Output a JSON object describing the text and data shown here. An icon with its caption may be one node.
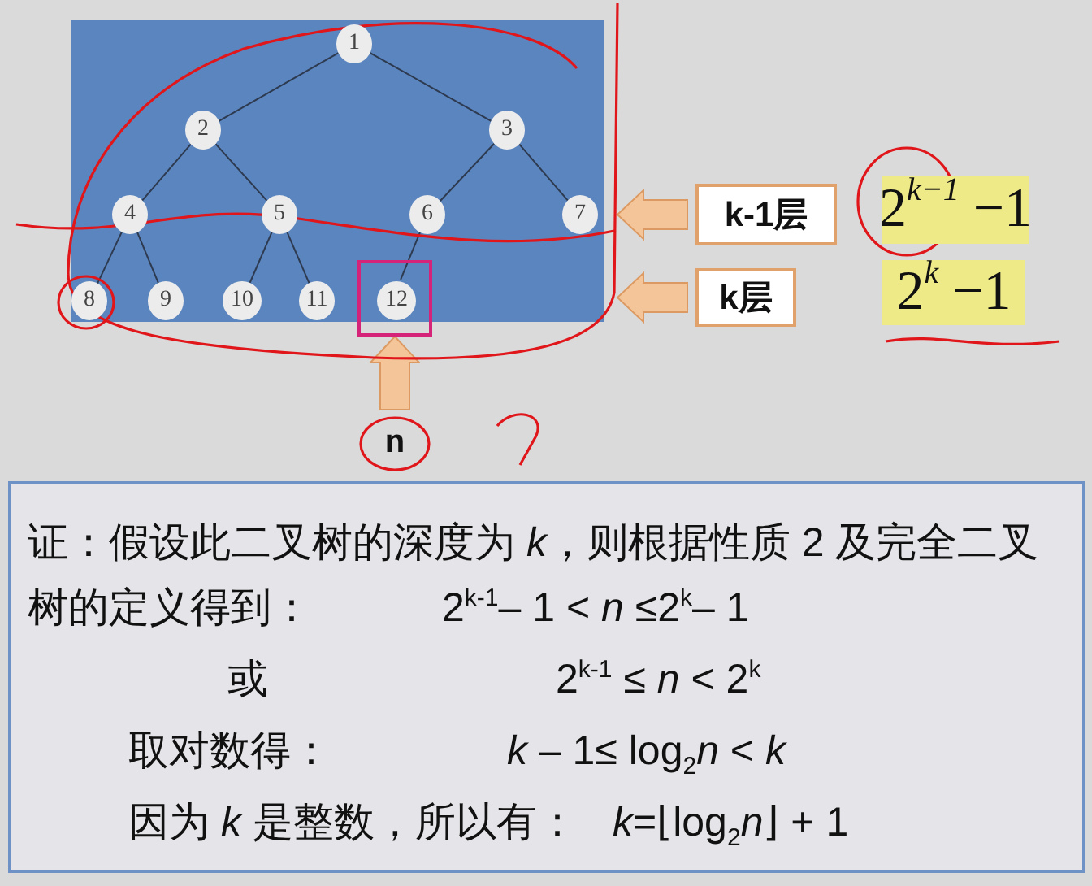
{
  "diagram": {
    "nodes": [
      {
        "text": [],
        "shape": "box"
      },
      {
        "text": [
          "1"
        ],
        "in": 0
      },
      {
        "text": [
          "2"
        ],
        "in": 0
      },
      {
        "text": [
          "3"
        ],
        "in": 0
      },
      {
        "text": [
          "4"
        ],
        "in": 0
      },
      {
        "text": [
          "5"
        ],
        "in": 0
      },
      {
        "text": [
          "6"
        ],
        "in": 0
      },
      {
        "text": [
          "7"
        ],
        "in": 0
      },
      {
        "text": [
          "8"
        ],
        "in": 0
      },
      {
        "text": [
          "9"
        ],
        "in": 0
      },
      {
        "text": [
          "10"
        ],
        "in": 0
      },
      {
        "text": [
          "11"
        ],
        "in": 0
      },
      {
        "text": [],
        "shape": "box",
        "in": 0
      },
      {
        "text": [
          "12"
        ],
        "in": 12
      },
      {
        "text": [
          "k-1层"
        ]
      },
      {
        "text": [
          "k层"
        ]
      },
      {
        "text": [
          "n"
        ]
      },
      {
        "text": [
          "2$^{k−1}$ −1"
        ]
      },
      {
        "text": [
          "2$^{k}$ −1"
        ]
      },
      {
        "text": [
          "证：假设此二叉树的深度为 *k*，则根据性质 2 及完全二叉树的定义得到：",
          "2$^{k-1}$– 1 < *n* ≤2$^{k}$– 1",
          "或",
          "2$^{k-1}$ ≤ *n* < 2$^{k}$",
          "取对数得：",
          "*k* – 1≤ log$_{2}$*n* < *k*",
          "因为 *k* 是整数，所以有：",
          "*k*=⌊log$_{2}$*n*⌋ + 1"
        ]
      }
    ],
    "edges": [
      {
        "from": 1,
        "to": 2,
        "arrow": "none"
      },
      {
        "from": 1,
        "to": 3,
        "arrow": "none"
      },
      {
        "from": 2,
        "to": 4,
        "arrow": "none"
      },
      {
        "from": 2,
        "to": 5,
        "arrow": "none"
      },
      {
        "from": 3,
        "to": 6,
        "arrow": "none"
      },
      {
        "from": 3,
        "to": 7,
        "arrow": "none"
      },
      {
        "from": 4,
        "to": 8,
        "arrow": "none"
      },
      {
        "from": 4,
        "to": 9,
        "arrow": "none"
      },
      {
        "from": 5,
        "to": 10,
        "arrow": "none"
      },
      {
        "from": 5,
        "to": 11,
        "arrow": "none"
      },
      {
        "from": 6,
        "to": 13,
        "arrow": "none"
      },
      {
        "from": 14,
        "to": 0,
        "arrow": "to",
        "style": "thick",
        "color": "#f5c59a"
      },
      {
        "from": 15,
        "to": 0,
        "arrow": "to",
        "style": "thick",
        "color": "#f5c59a"
      },
      {
        "from": 16,
        "to": 12,
        "arrow": "to",
        "style": "thick",
        "color": "#f5c59a"
      }
    ]
  }
}
